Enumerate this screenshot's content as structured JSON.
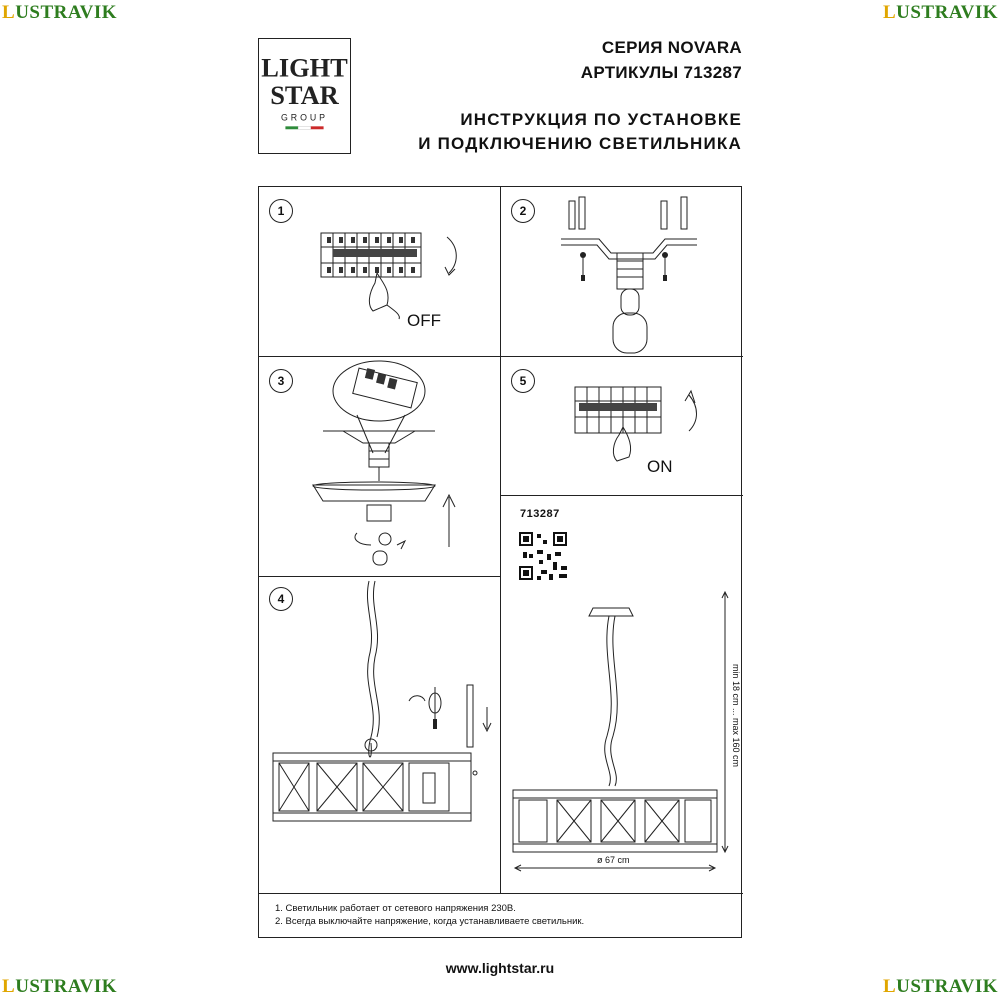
{
  "watermark": {
    "first": "L",
    "rest": "USTRAVIK"
  },
  "logo": {
    "line1": "LIGHT",
    "line2": "STAR",
    "line3": "GROUP"
  },
  "header": {
    "series": "СЕРИЯ NOVARA",
    "articles": "АРТИКУЛЫ 713287",
    "instruction_line1": "ИНСТРУКЦИЯ ПО УСТАНОВКЕ",
    "instruction_line2": "И ПОДКЛЮЧЕНИЮ СВЕТИЛЬНИКА"
  },
  "steps": {
    "s1": {
      "num": "1",
      "label": "OFF"
    },
    "s2": {
      "num": "2"
    },
    "s3": {
      "num": "3"
    },
    "s4": {
      "num": "4"
    },
    "s5": {
      "num": "5",
      "label": "ON"
    }
  },
  "product": {
    "article": "713287",
    "height_dim": "min 18 cm ... max 160 cm",
    "diameter": "ø 67 cm"
  },
  "notes": [
    "1. Светильник работает от сетевого напряжения 230В.",
    "2. Всегда выключайте напряжение, когда устанавливаете светильник."
  ],
  "footer": {
    "url": "www.lightstar.ru"
  },
  "colors": {
    "watermark_green": "#2e7d1f",
    "watermark_yellow": "#e0a600",
    "ink": "#222222"
  }
}
